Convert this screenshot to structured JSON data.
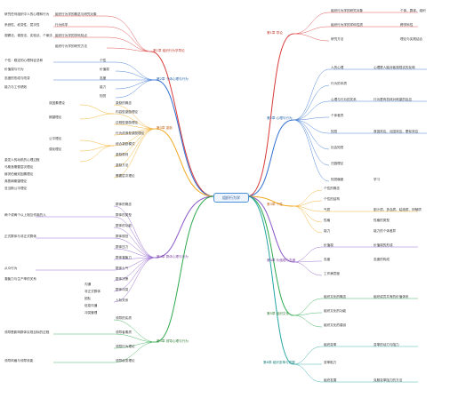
{
  "center": "组织行为学",
  "colors": {
    "branch1": "#d93a3a",
    "branch2": "#2f6fd0",
    "branch3": "#f2a81d",
    "branch4": "#8a57c9",
    "branch5": "#2aa84a",
    "branch6": "#22a5a3",
    "center_border": "#4a90d9"
  },
  "left": {
    "b1": {
      "title": "第1章 组织行为学导论",
      "items": [
        "组织行为学的概念与研究对象",
        "行为科学",
        "组织行为学的学科特点",
        "组织行为学的研究方法"
      ],
      "notes": [
        "研究任何组织中人的心理和行为",
        "系统性、权变性、层次性",
        "观察法、调查法、实验法、个案法"
      ]
    },
    "b2": {
      "title": "第2章 个体心理与行为",
      "items": [
        "个性",
        "价值观",
        "态度",
        "能力",
        "知觉"
      ],
      "notes": [
        "个性：稳定的心理特征总和",
        "价值观与行为",
        "态度的形成与改变",
        "能力与工作绩效"
      ]
    },
    "b3": {
      "title": "第3章 激励",
      "items": [
        "激励的概念",
        "内容型激励理论",
        "过程型激励理论",
        "行为改造型激励理论",
        "综合激励模式",
        "激励原则",
        "激励方法",
        "需要层次理论",
        "双因素理论",
        "期望理论",
        "公平理论",
        "强化理论"
      ],
      "notes": [
        "激发人的动机的心理过程",
        "马斯洛需要层次理论",
        "赫茨伯格双因素理论",
        "弗鲁姆期望理论",
        "亚当斯公平理论"
      ]
    },
    "b4": {
      "title": "第4章 群体心理与行为",
      "items": [
        "群体的概念",
        "群体的类型",
        "群体的功能",
        "群体规范",
        "群体压力",
        "群体凝聚力",
        "群体士气",
        "群体决策",
        "群体冲突",
        "人际关系",
        "沟通",
        "非正式群体",
        "团队",
        "信息沟通",
        "冲突管理"
      ],
      "notes": [
        "两个或两个以上相互作用的人",
        "正式群体与非正式群体",
        "从众行为",
        "凝聚力与生产率的关系"
      ]
    },
    "b5": {
      "title": "第5章 领导心理与行为",
      "items": [
        "领导的实质",
        "领导者素质",
        "领导行为理论",
        "领导权变理论"
      ],
      "notes": [
        "领导是影响群体实现目标的过程",
        "领导风格与领导效能"
      ]
    }
  },
  "right": {
    "b6": {
      "title": "第1章 导论",
      "items": [
        "组织行为学的研究对象",
        "组织行为学的学科性质",
        "研究方法"
      ],
      "notes": [
        "个体、群体、组织",
        "跨学科性",
        "理论与实践结合"
      ]
    },
    "b7": {
      "title": "第2章 心理与行为",
      "items": [
        "人的心理",
        "行为的本质",
        "心理与行为的关系",
        "个体差异",
        "知觉",
        "社会知觉",
        "归因理论",
        "知觉偏差",
        "学习"
      ],
      "notes": [
        "心理是人脑对客观现实的反映",
        "行为是有机体对刺激的反应",
        "首因效应、近因效应、晕轮效应"
      ]
    },
    "b8": {
      "title": "第3章 个性",
      "items": [
        "个性的概念",
        "个性的结构",
        "气质",
        "性格",
        "能力"
      ],
      "notes": [
        "胆汁质、多血质、粘液质、抑郁质",
        "性格的类型",
        "能力的个体差异"
      ]
    },
    "b9": {
      "title": "第4章 价值观与态度",
      "items": [
        "价值观",
        "态度",
        "工作满意度"
      ],
      "notes": [
        "价值观的形成",
        "态度的构成"
      ]
    },
    "b10": {
      "title": "第5章 组织文化",
      "items": [
        "组织文化的概念",
        "组织文化的功能",
        "组织文化的建设"
      ],
      "notes": [
        "组织成员共有的价值体系"
      ]
    },
    "b11": {
      "title": "第6章 组织变革与发展",
      "items": [
        "组织变革",
        "变革阻力",
        "组织发展"
      ],
      "notes": [
        "变革的动力与阻力",
        "克服变革阻力的方法"
      ]
    }
  }
}
